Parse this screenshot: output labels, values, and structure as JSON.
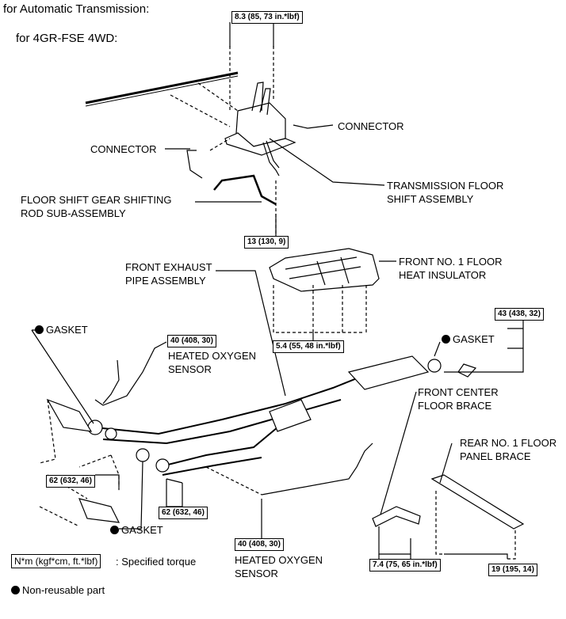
{
  "header": {
    "title": "for Automatic Transmission:",
    "subtitle": "for 4GR-FSE 4WD:"
  },
  "torques": {
    "t1": "8.3 (85, 73 in.*lbf)",
    "t2": "13 (130, 9)",
    "t3": "5.4 (55, 48 in.*lbf)",
    "t4": "43 (438, 32)",
    "t5": "40 (408, 30)",
    "t6": "62 (632, 46)",
    "t7": "62 (632, 46)",
    "t8": "40 (408, 30)",
    "t9": "7.4 (75, 65 in.*lbf)",
    "t10": "19 (195, 14)"
  },
  "labels": {
    "connector_right": "CONNECTOR",
    "connector_left": "CONNECTOR",
    "trans_floor_1": "TRANSMISSION FLOOR",
    "trans_floor_2": "SHIFT ASSEMBLY",
    "rod_1": "FLOOR SHIFT GEAR SHIFTING",
    "rod_2": "ROD SUB-ASSEMBLY",
    "exhaust_1": "FRONT EXHAUST",
    "exhaust_2": "PIPE ASSEMBLY",
    "insulator_1": "FRONT NO. 1 FLOOR",
    "insulator_2": "HEAT INSULATOR",
    "gasket_left": "GASKET",
    "gasket_right": "GASKET",
    "gasket_bottom": "GASKET",
    "o2_top_1": "HEATED OXYGEN",
    "o2_top_2": "SENSOR",
    "o2_bot_1": "HEATED OXYGEN",
    "o2_bot_2": "SENSOR",
    "center_brace_1": "FRONT CENTER",
    "center_brace_2": "FLOOR BRACE",
    "rear_brace_1": "REAR NO. 1 FLOOR",
    "rear_brace_2": "PANEL BRACE"
  },
  "legend": {
    "torque_box": "N*m (kgf*cm, ft.*lbf)",
    "torque_text": ": Specified torque",
    "nonreusable": "Non-reusable part"
  }
}
